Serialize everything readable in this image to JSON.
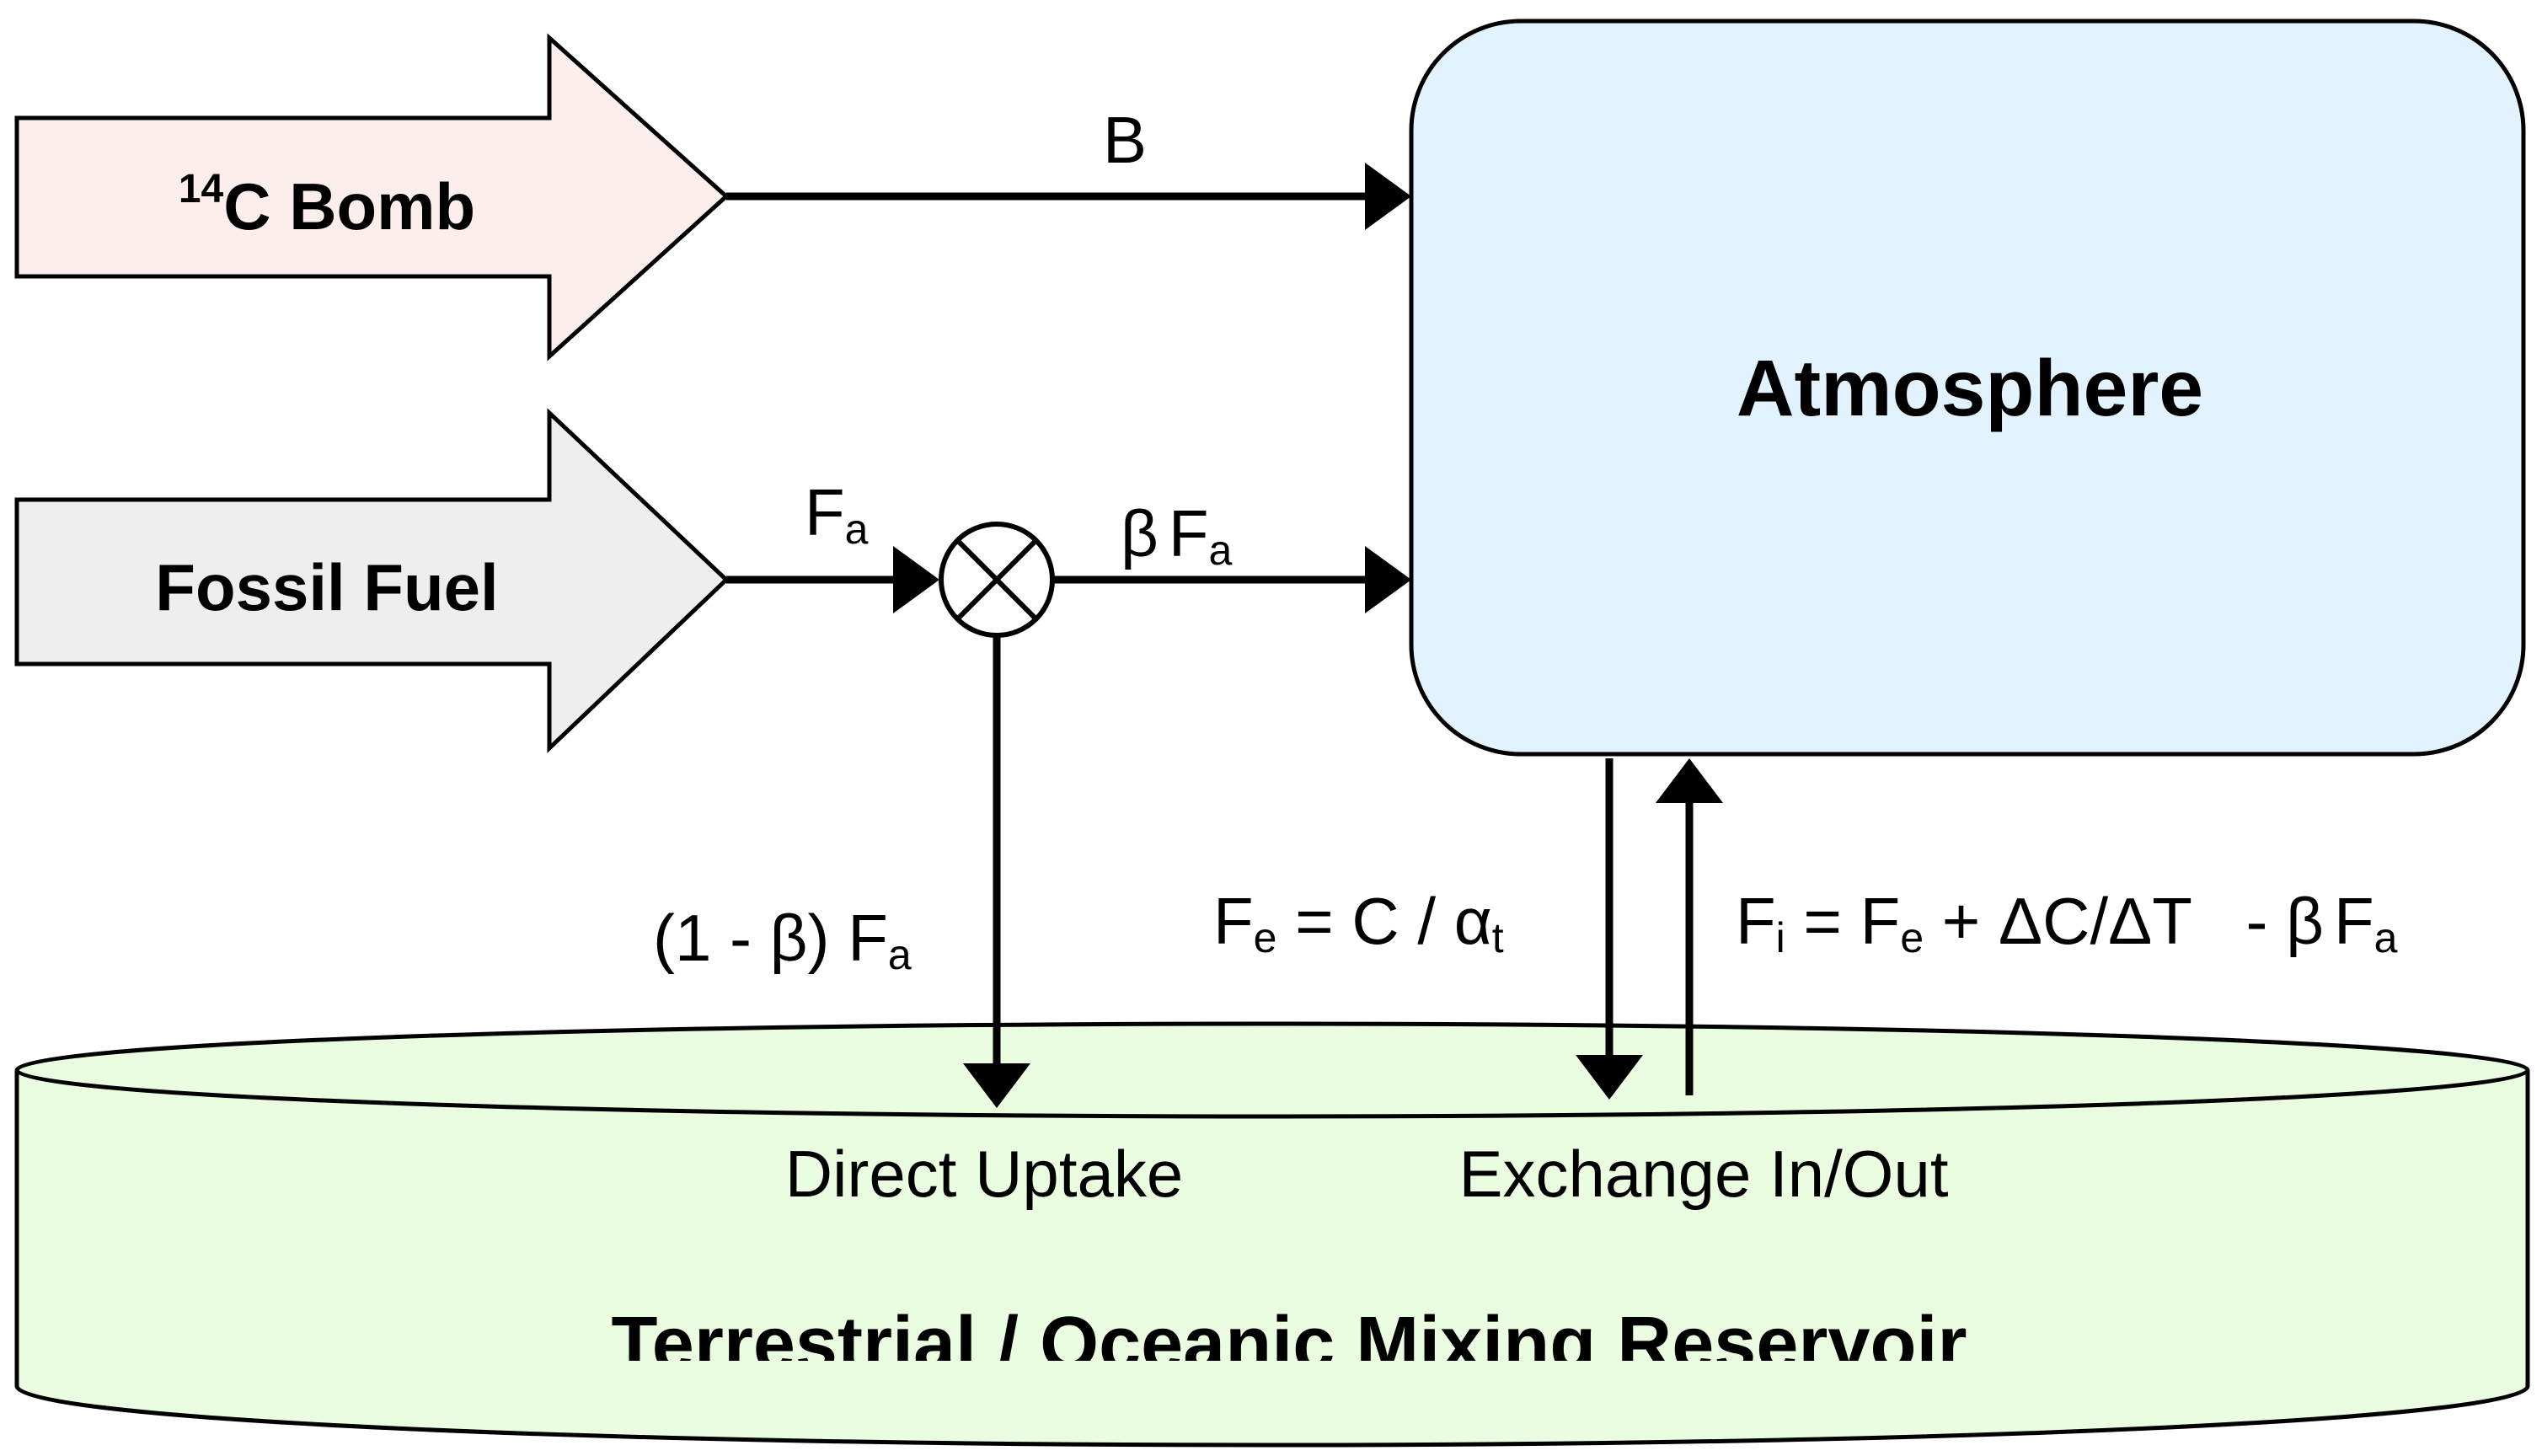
{
  "colors": {
    "bomb_fill": "#fdeeee",
    "fossil_fill": "#eeeeee",
    "atmosphere_fill": "#e2f2fe",
    "reservoir_fill": "#eafde0",
    "stroke": "#000000"
  },
  "inputs": {
    "bomb": {
      "sup": "14",
      "text": "C Bomb"
    },
    "fossil": {
      "text": "Fossil Fuel"
    }
  },
  "atmosphere": {
    "label": "Atmosphere"
  },
  "reservoir": {
    "label": "Terrestrial / Oceanic Mixing Reservoir",
    "direct_uptake": "Direct Uptake",
    "exchange": "Exchange In/Out"
  },
  "flows": {
    "bomb_flow": "B",
    "fossil_flow": {
      "main": "F",
      "sub": "a"
    },
    "beta_flow": {
      "beta": "β",
      "main": "F",
      "sub": "a"
    },
    "uptake_flow": {
      "prefix": "(1 - ",
      "beta": "β",
      "mid": ") F",
      "sub": "a"
    },
    "exchange_out": {
      "main": "F",
      "sub": "e",
      "rest": " = C / α",
      "sub2": "t"
    },
    "exchange_in": {
      "main": "F",
      "sub": "i",
      "mid": " = F",
      "sub2": "e",
      "rest": " + ΔC/ΔT   - ",
      "beta": "β",
      "end": "F",
      "sub3": "a"
    }
  },
  "icons": {
    "junction": "multiply-junction-icon"
  }
}
